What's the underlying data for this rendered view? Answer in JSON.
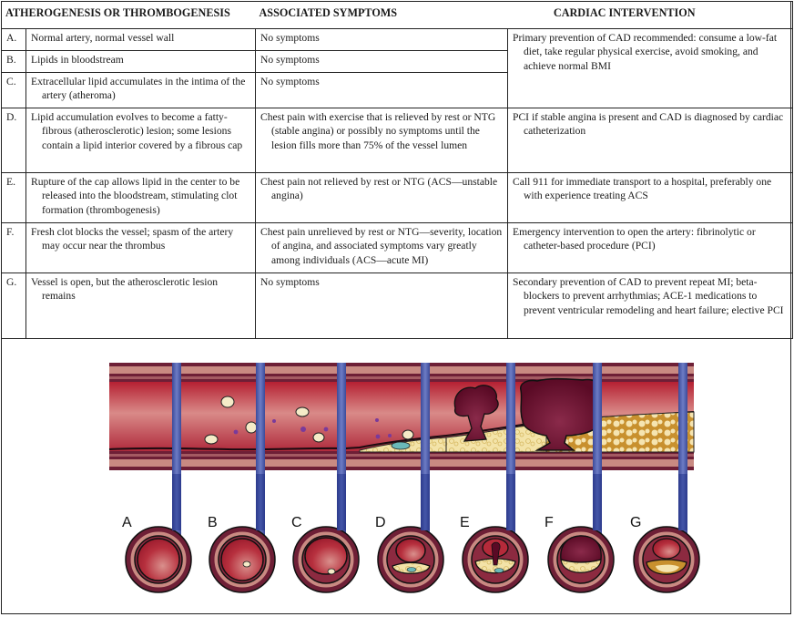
{
  "table": {
    "headers": {
      "col1": "ATHEROGENESIS OR THROMBOGENESIS",
      "col2": "ASSOCIATED SYMPTOMS",
      "col3": "CARDIAC INTERVENTION"
    },
    "rows": [
      {
        "letter": "A.",
        "stage": "Normal artery, normal vessel wall",
        "symptoms": "No symptoms"
      },
      {
        "letter": "B.",
        "stage": "Lipids in bloodstream",
        "symptoms": "No symptoms"
      },
      {
        "letter": "C.",
        "stage": "Extracellular lipid accumulates in the intima of the artery (atheroma)",
        "symptoms": "No symptoms"
      },
      {
        "letter": "D.",
        "stage": "Lipid accumulation evolves to become a fatty-fibrous (atherosclerotic) lesion; some lesions contain a lipid interior covered by a fibrous cap",
        "symptoms": "Chest pain with exercise that is relieved by rest or NTG (stable angina) or possibly no symptoms until the lesion fills more than 75% of the vessel lumen",
        "intervention": "PCI if stable angina is present and CAD is diagnosed by cardiac catheterization"
      },
      {
        "letter": "E.",
        "stage": "Rupture of the cap allows lipid in the center to be released into the bloodstream, stimulating clot formation (thrombogenesis)",
        "symptoms": "Chest pain not relieved by rest or NTG (ACS—unstable angina)",
        "intervention": "Call 911 for immediate transport to a hospital, preferably one with experience treating ACS"
      },
      {
        "letter": "F.",
        "stage": "Fresh clot blocks the vessel; spasm of the artery may occur near the thrombus",
        "symptoms": "Chest pain unrelieved by rest or NTG—severity, location of angina, and associated symptoms vary greatly among individuals (ACS—acute MI)",
        "intervention": "Emergency intervention to open the artery: fibrinolytic or catheter-based procedure (PCI)"
      },
      {
        "letter": "G.",
        "stage": "Vessel is open, but the atherosclerotic lesion remains",
        "symptoms": "No symptoms",
        "intervention": "Secondary prevention of CAD to prevent repeat MI; beta-blockers to prevent arrhythmias; ACE-1 medications to prevent ventricular remodeling and heart failure; elective PCI"
      }
    ],
    "merged_intervention_abc": "Primary prevention of CAD recommended: consume a low-fat diet, take regular physical exercise, avoid smoking, and achieve normal BMI"
  },
  "illustration": {
    "cross_section_labels": [
      "A",
      "B",
      "C",
      "D",
      "E",
      "F",
      "G"
    ],
    "colors": {
      "vessel_wall": "#c98a82",
      "wall_dark": "#6e1f36",
      "lumen": "#b52a3a",
      "lumen_light": "#d98a8a",
      "plaque_lipid": "#f3e3a8",
      "plaque_fibrous": "#c88a2a",
      "clot": "#6a0f2c",
      "marker_blue": "#4a5aa8",
      "cell_outline": "#222222",
      "purple_particle": "#7a3a9a",
      "teal_cell": "#6ab8b8"
    }
  }
}
